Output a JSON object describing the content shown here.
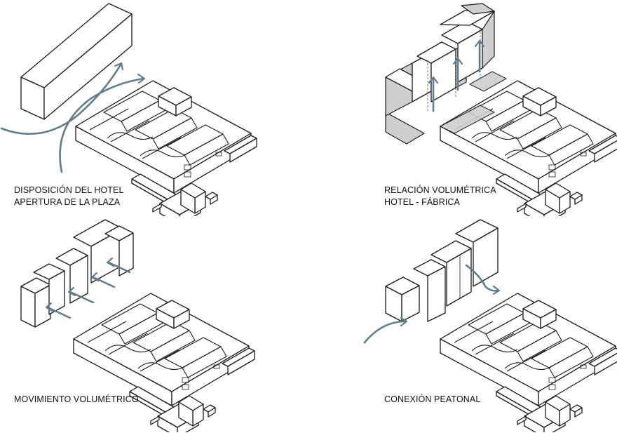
{
  "panels": [
    {
      "id": "hotel-disposition",
      "caption": [
        "DISPOSICIÓN DEL HOTEL",
        "APERTURA DE LA PLAZA"
      ]
    },
    {
      "id": "volumetric-relation",
      "caption": [
        "RELACIÓN VOLUMÉTRICA",
        "HOTEL - FÁBRICA"
      ]
    },
    {
      "id": "volumetric-movement",
      "caption": [
        "MOVIMIENTO VOLUMÉTRICO"
      ]
    },
    {
      "id": "pedestrian-connection",
      "caption": [
        "CONEXIÓN PEATONAL"
      ]
    }
  ],
  "colors": {
    "line": "#1a1a1a",
    "arrow": "#5e7d92",
    "shade": "#cfcfcf",
    "background": "#ffffff"
  }
}
